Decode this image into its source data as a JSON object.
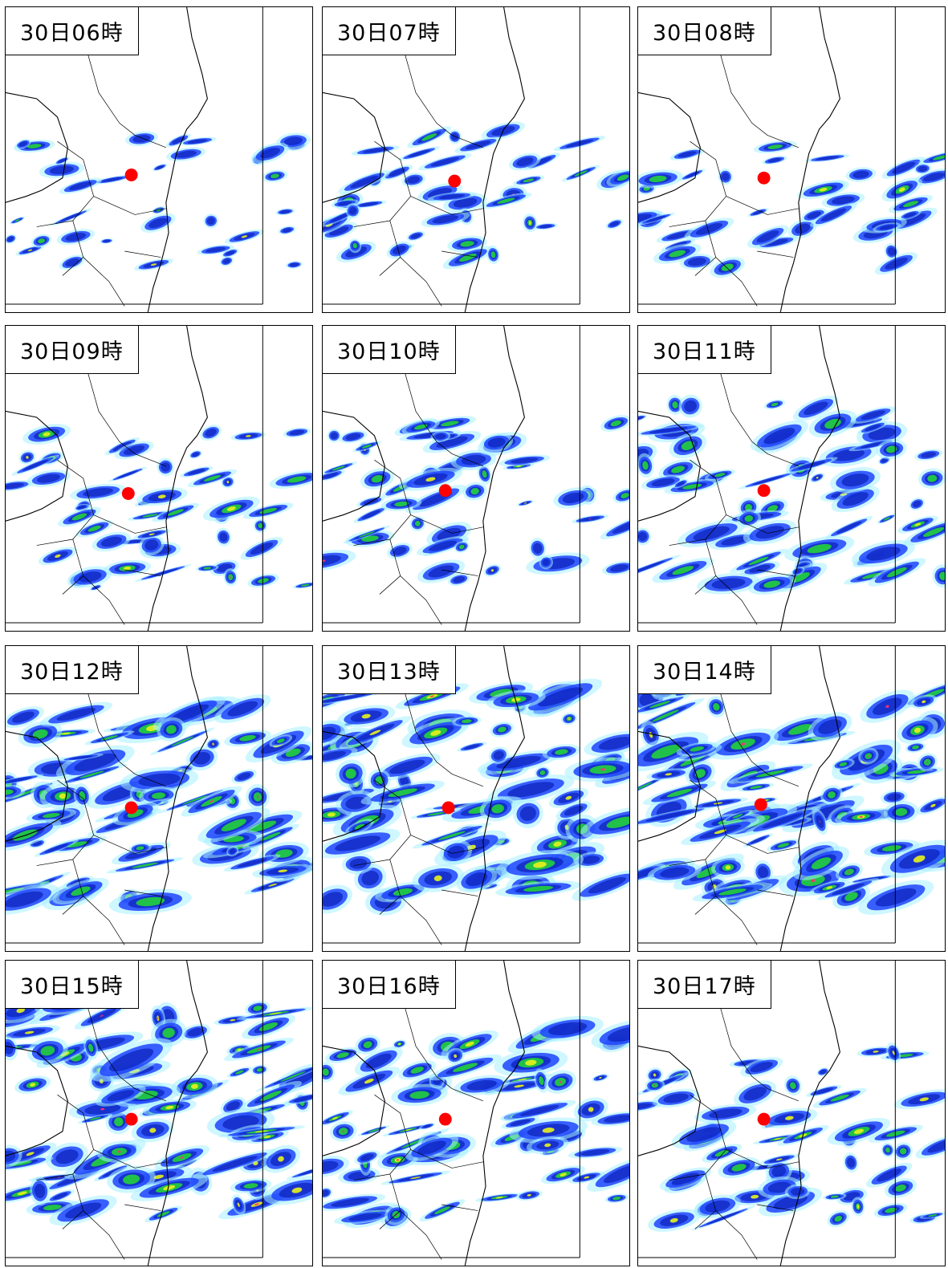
{
  "frames": [
    {
      "label": "30日06時",
      "marker": [
        0.41,
        0.55
      ],
      "intensity": 0.18
    },
    {
      "label": "30日07時",
      "marker": [
        0.43,
        0.57
      ],
      "intensity": 0.25
    },
    {
      "label": "30日08時",
      "marker": [
        0.41,
        0.56
      ],
      "intensity": 0.22
    },
    {
      "label": "30日09時",
      "marker": [
        0.4,
        0.55
      ],
      "intensity": 0.32
    },
    {
      "label": "30日10時",
      "marker": [
        0.4,
        0.54
      ],
      "intensity": 0.38
    },
    {
      "label": "30日11時",
      "marker": [
        0.41,
        0.54
      ],
      "intensity": 0.5
    },
    {
      "label": "30日12時",
      "marker": [
        0.41,
        0.53
      ],
      "intensity": 0.62
    },
    {
      "label": "30日13時",
      "marker": [
        0.41,
        0.53
      ],
      "intensity": 0.7
    },
    {
      "label": "30日14時",
      "marker": [
        0.4,
        0.52
      ],
      "intensity": 0.74
    },
    {
      "label": "30日15時",
      "marker": [
        0.41,
        0.52
      ],
      "intensity": 0.72
    },
    {
      "label": "30日16時",
      "marker": [
        0.4,
        0.52
      ],
      "intensity": 0.56
    },
    {
      "label": "30日17時",
      "marker": [
        0.41,
        0.52
      ],
      "intensity": 0.42
    }
  ],
  "colors": {
    "rain_light": "#a6f0ff",
    "rain_mid": "#1d44ff",
    "rain_blue": "#0a1fb8",
    "rain_green": "#22d03c",
    "rain_yellow": "#e8f21c",
    "rain_red": "#ff3070",
    "marker": "#ff0000",
    "coast": "#000000"
  }
}
